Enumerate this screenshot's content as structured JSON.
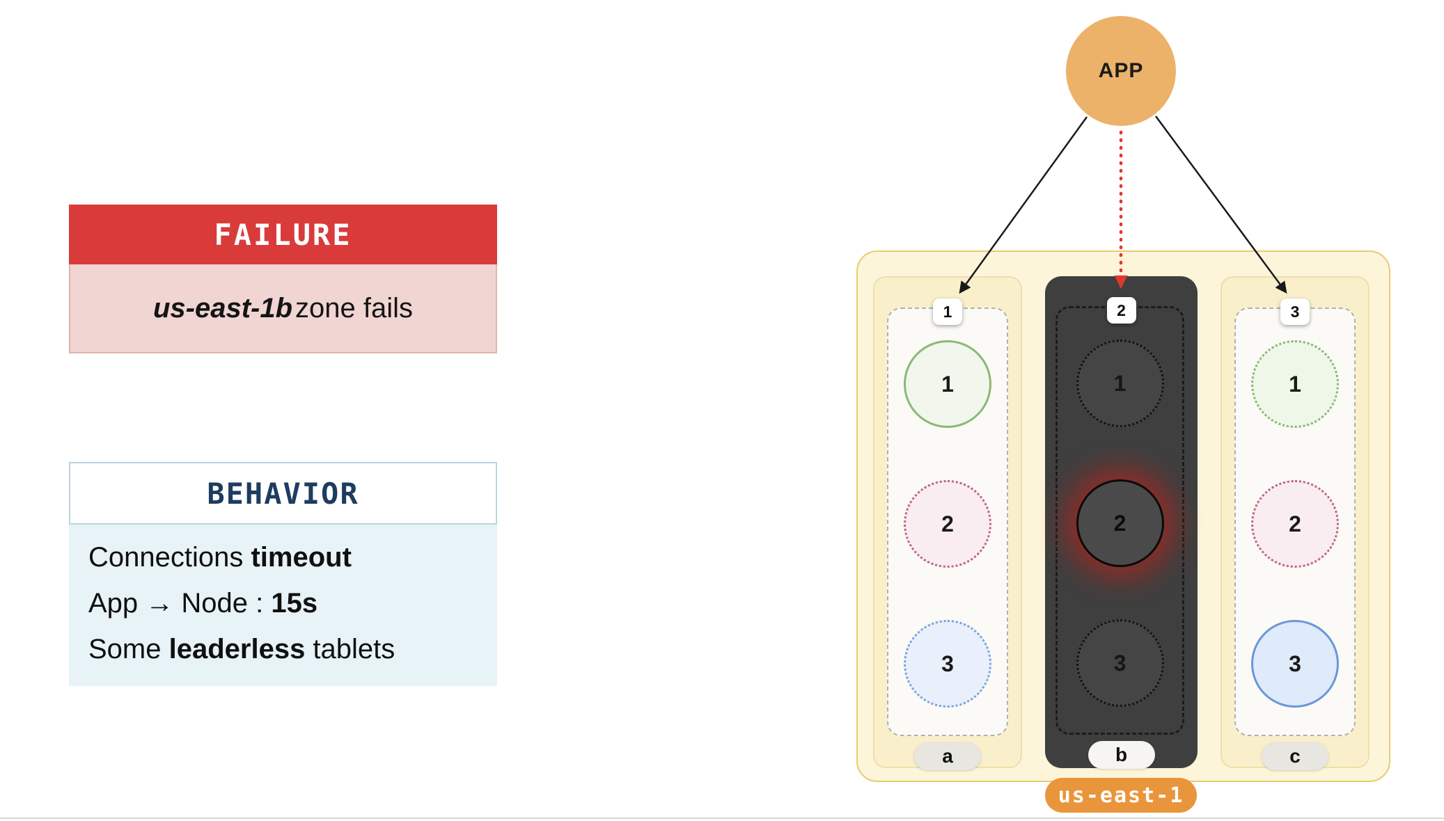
{
  "colors": {
    "failure_red": "#d93b3b",
    "failure_body_pink": "#f0d5d2",
    "behavior_navy": "#1d3c60",
    "behavior_body_blue": "#e7f3f6",
    "app_orange": "#ecb269",
    "region_fill": "#fcf5da",
    "region_border": "#e7cb74",
    "failed_zone_dark": "#3f3f3f",
    "region_pill_orange": "#e9953c",
    "glow_red": "#c1201a",
    "arrow_black": "#1a1a1a",
    "arrow_red": "#e0382c"
  },
  "failure_panel": {
    "title": "FAILURE",
    "body": {
      "em": "us-east-1b",
      "rest": " zone fails"
    }
  },
  "behavior_panel": {
    "title": "BEHAVIOR",
    "lines": [
      {
        "pre": "Connections ",
        "bold": "timeout",
        "post": ""
      },
      {
        "pre": "App → Node : ",
        "bold": "15s",
        "post": ""
      },
      {
        "pre": "Some ",
        "bold": "leaderless",
        "post": " tablets"
      }
    ]
  },
  "diagram": {
    "app": {
      "label": "APP"
    },
    "region": {
      "label": "us-east-1"
    },
    "zones": [
      {
        "id": "a",
        "badge": "1",
        "label": "a",
        "status": "healthy",
        "nodes": [
          {
            "label": "1",
            "style": "leader-green"
          },
          {
            "label": "2",
            "style": "follower-pink"
          },
          {
            "label": "3",
            "style": "follower-blue"
          }
        ]
      },
      {
        "id": "b",
        "badge": "2",
        "label": "b",
        "status": "failed",
        "nodes": [
          {
            "label": "1",
            "style": "failed-follower"
          },
          {
            "label": "2",
            "style": "failed-leader-glow"
          },
          {
            "label": "3",
            "style": "failed-follower"
          }
        ]
      },
      {
        "id": "c",
        "badge": "3",
        "label": "c",
        "status": "healthy",
        "nodes": [
          {
            "label": "1",
            "style": "follower-green"
          },
          {
            "label": "2",
            "style": "follower-pink"
          },
          {
            "label": "3",
            "style": "leader-blue"
          }
        ]
      }
    ]
  }
}
